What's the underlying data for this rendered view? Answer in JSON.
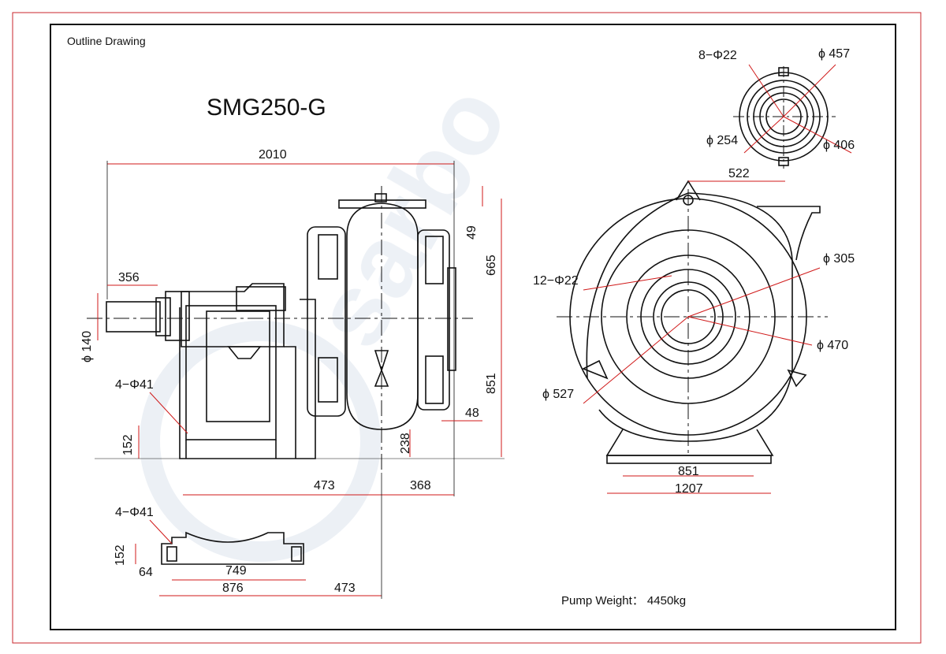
{
  "header": {
    "caption": "Outline Drawing",
    "model": "SMG250-G",
    "weight": "Pump Weight： 4450kg"
  },
  "dimensions": {
    "overall_length": "2010",
    "shaft_ext": "356",
    "shaft_dia": "ϕ 140",
    "bolt_holes_side": "4−Φ41",
    "height_152": "152",
    "dim_49": "49",
    "dim_665": "665",
    "dim_851_vert": "851",
    "dim_48": "48",
    "dim_238": "238",
    "dim_473": "473",
    "dim_368": "368",
    "front_hole_pattern": "12−Φ22",
    "front_305": "ϕ 305",
    "front_470": "ϕ 470",
    "front_527": "ϕ 527",
    "base_851": "851",
    "base_1207": "1207",
    "flange_holes": "8−Φ22",
    "flange_457": "ϕ 457",
    "flange_254": "ϕ 254",
    "flange_406": "ϕ 406",
    "flange_offset": "522",
    "foot_holes": "4−Φ41",
    "foot_152": "152",
    "foot_64": "64",
    "foot_749": "749",
    "foot_876": "876",
    "foot_473": "473"
  },
  "watermark": "sarbo",
  "colors": {
    "frame": "#c8242b",
    "ink": "#111111",
    "dim_line": "#d01a1a",
    "watermark": "#dfe6ef"
  }
}
